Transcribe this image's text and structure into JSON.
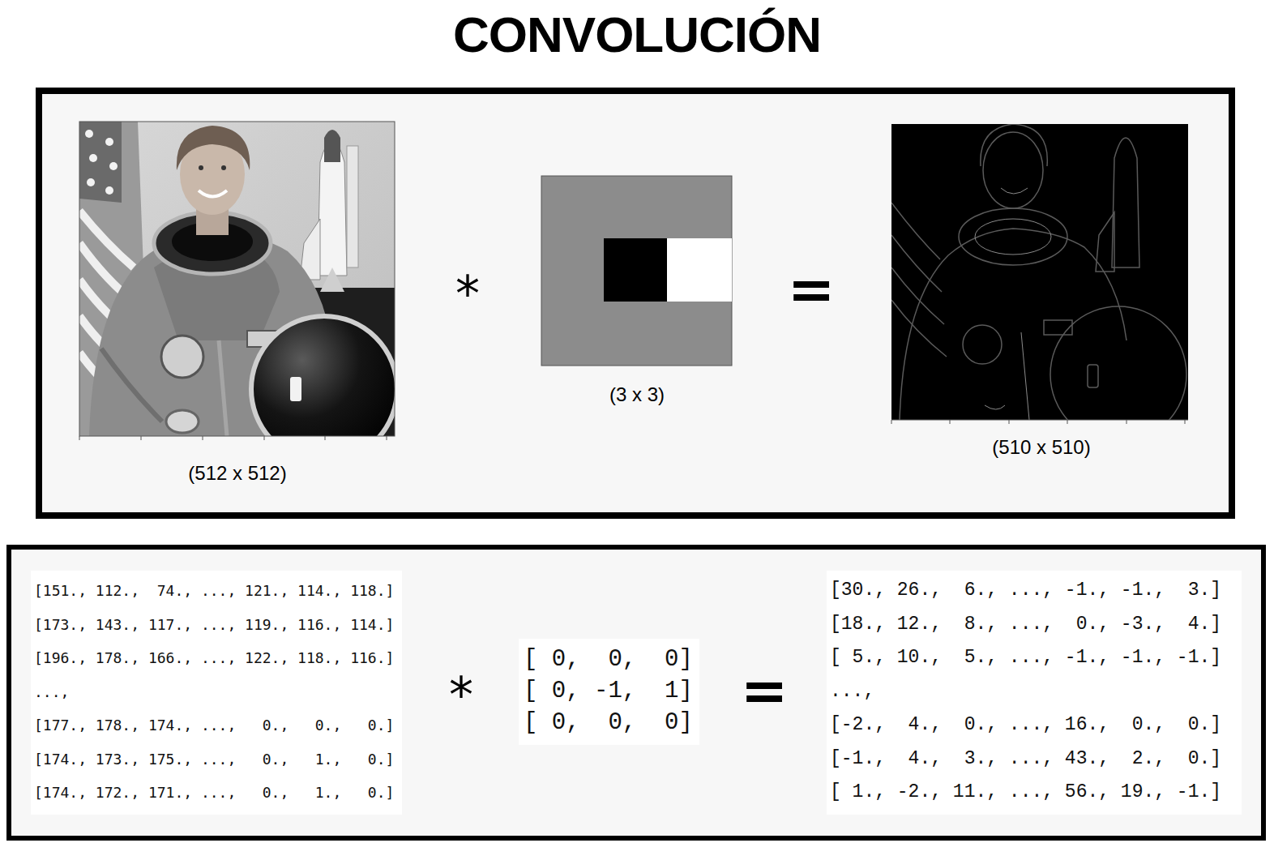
{
  "diagram": {
    "title": "CONVOLUCIÓN",
    "nodes": [
      {
        "text": [
          "[151., 112.,  74., ..., 121., 114., 118.]",
          "[173., 143., 117., ..., 119., 116., 114.]",
          "[196., 178., 166., ..., 122., 118., 116.]",
          "...,",
          "[177., 178., 174., ...,   0.,   0.,   0.]",
          "[174., 173., 175., ...,   0.,   1.,   0.]",
          "[174., 172., 171., ...,   0.,   1.,   0.]"
        ]
      },
      {
        "text": [
          "[ 0,  0,  0]",
          "[ 0, -1,  1]",
          "[ 0,  0,  0]"
        ]
      },
      {
        "text": [
          "[30., 26.,  6., ..., -1., -1.,  3.]",
          "[18., 12.,  8., ...,  0., -3.,  4.]",
          "[ 5., 10.,  5., ..., -1., -1., -1.]",
          "...,",
          "[-2.,  4.,  0., ..., 16.,  0.,  0.]",
          "[-1.,  4.,  3., ..., 43.,  2.,  0.]",
          "[ 1., -2., 11., ..., 56., 19., -1.]"
        ]
      }
    ],
    "labels": [
      "(512 x 512)",
      "*",
      "(3 x 3)",
      "=",
      "(510 x 510)",
      "*",
      "="
    ]
  }
}
